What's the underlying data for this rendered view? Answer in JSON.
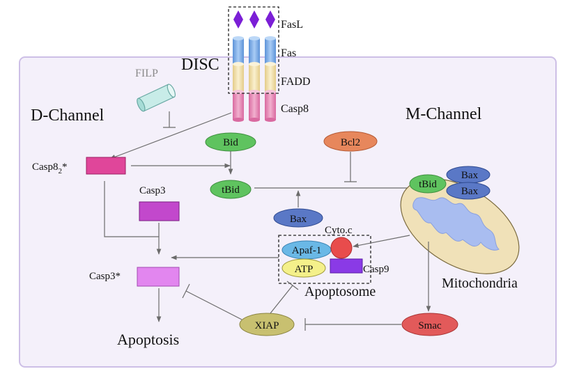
{
  "labels": {
    "fasl": "FasL",
    "fas": "Fas",
    "fadd": "FADD",
    "casp8": "Casp8",
    "disc": "DISC",
    "filp": "FILP",
    "d_channel": "D-Channel",
    "m_channel": "M-Channel",
    "casp8_star": "Casp8",
    "casp8_star_sub": "2",
    "casp8_star_suffix": "*",
    "bid": "Bid",
    "tbid": "tBid",
    "bcl2": "Bcl2",
    "tbid_mito": "tBid",
    "bax_top": "Bax",
    "bax_bottom": "Bax",
    "casp3": "Casp3",
    "bax_mid": "Bax",
    "cyto_c": "Cyto.c",
    "apaf1": "Apaf-1",
    "atp": "ATP",
    "casp9": "Casp9",
    "apoptosome": "Apoptosome",
    "mitochondria": "Mitochondria",
    "casp3_star": "Casp3*",
    "apoptosis": "Apoptosis",
    "xiap": "XIAP",
    "smac": "Smac"
  },
  "colors": {
    "panel_fill": "#f4f0fa",
    "panel_border": "#cdbfe6",
    "fasl": "#7b1fd6",
    "fas": "#7fb2ea",
    "fadd": "#f3e2b0",
    "casp8": "#e98bb7",
    "filp": "#c8ece8",
    "casp8_star": "#e0469a",
    "casp3": "#c248cc",
    "casp3_star": "#e286ef",
    "bid": "#5fc35f",
    "bcl2": "#e7875c",
    "bax": "#5a78c6",
    "cyto_c": "#e84c4c",
    "apaf1": "#6ab8e6",
    "atp": "#f4f08a",
    "casp9": "#8a3ae6",
    "xiap": "#c8c070",
    "smac": "#e25a5a",
    "mito_outer": "#f0e1b8",
    "mito_inner": "#a9bdf0"
  }
}
